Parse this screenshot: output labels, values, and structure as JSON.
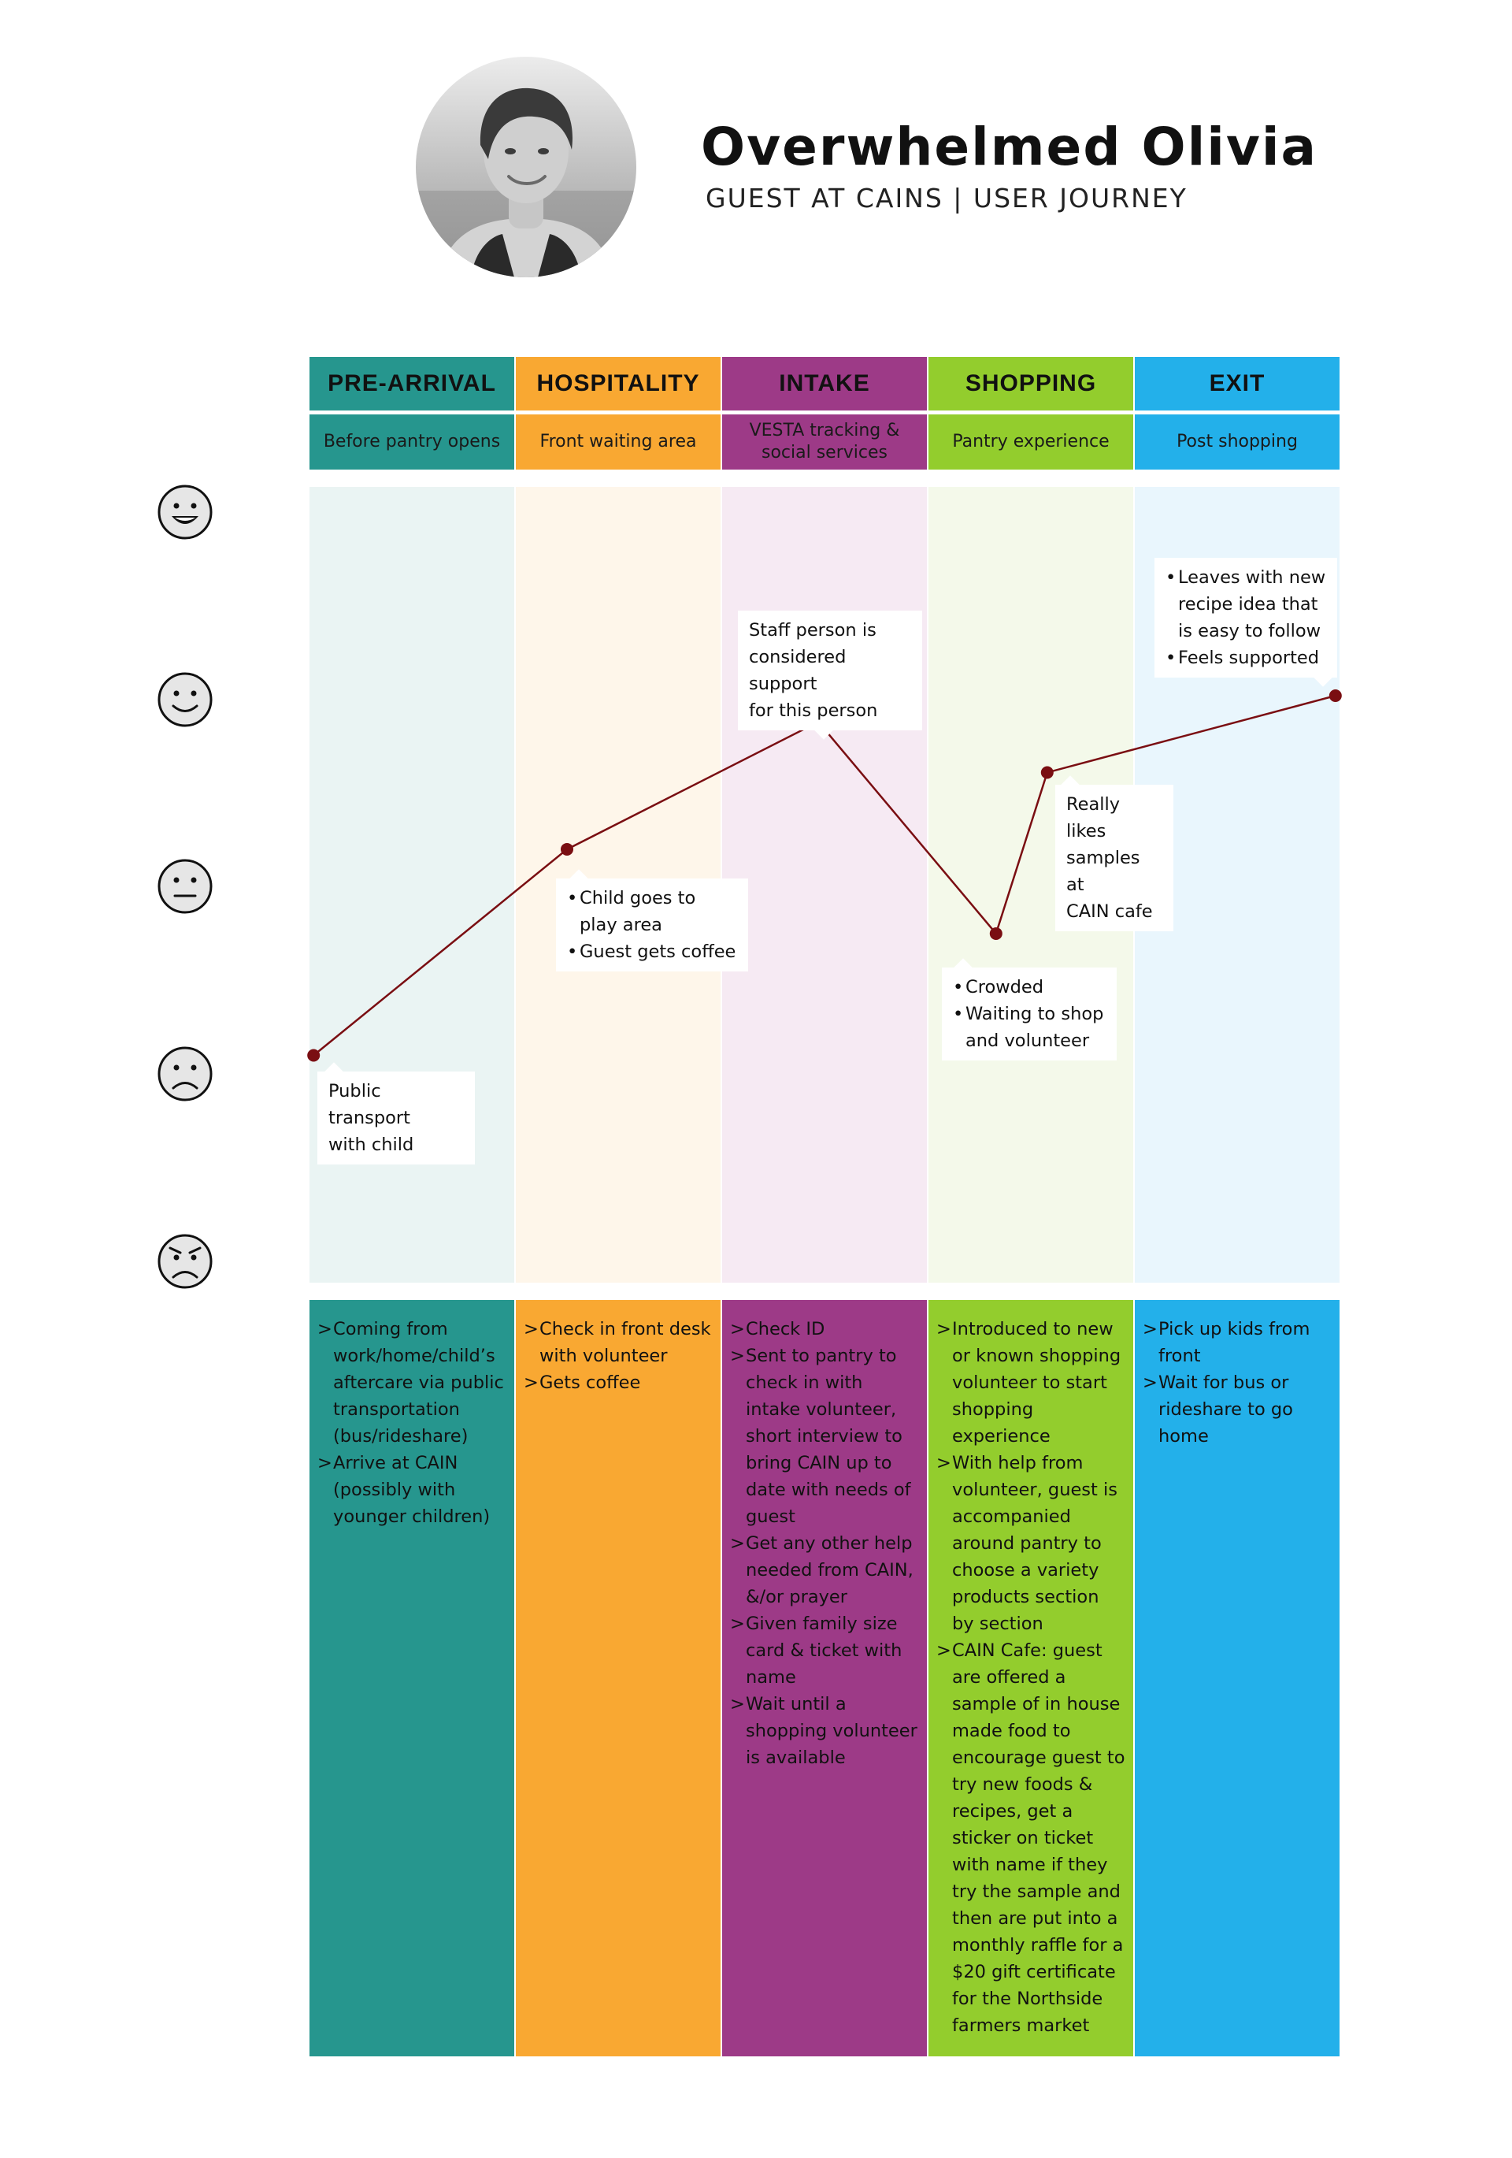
{
  "persona": {
    "name": "Overwhelmed Olivia",
    "role": "GUEST AT CAINS | USER JOURNEY"
  },
  "stages": [
    {
      "title": "PRE-ARRIVAL",
      "subtitle": "Before pantry opens",
      "color": "#26968E",
      "band_color": "#EAF4F3"
    },
    {
      "title": "HOSPITALITY",
      "subtitle": "Front waiting area",
      "color": "#F9A832",
      "band_color": "#FEF6EA"
    },
    {
      "title": "INTAKE",
      "subtitle": "VESTA tracking & social services",
      "color": "#9D3A87",
      "band_color": "#F6EAF3"
    },
    {
      "title": "SHOPPING",
      "subtitle": "Pantry experience",
      "color": "#93CD2D",
      "band_color": "#F4F9EA"
    },
    {
      "title": "EXIT",
      "subtitle": "Post shopping",
      "color": "#23B0EA",
      "band_color": "#E9F6FD"
    }
  ],
  "emotion_scale": [
    {
      "icon": "laughing-face-icon",
      "level": 5
    },
    {
      "icon": "smiling-face-icon",
      "level": 4
    },
    {
      "icon": "neutral-face-icon",
      "level": 3
    },
    {
      "icon": "frowning-face-icon",
      "level": 2
    },
    {
      "icon": "angry-face-icon",
      "level": 1
    }
  ],
  "chart_data": {
    "type": "line",
    "line_color": "#7A0E12",
    "ylim": [
      1,
      5
    ],
    "series": [
      {
        "points": [
          {
            "stage": 0,
            "position": 0.02,
            "y": 2.1
          },
          {
            "stage": 1,
            "position": 0.25,
            "y": 3.2
          },
          {
            "stage": 2,
            "position": 0.47,
            "y": 3.88
          },
          {
            "stage": 3,
            "position": 0.33,
            "y": 2.75
          },
          {
            "stage": 3,
            "position": 0.58,
            "y": 3.61
          },
          {
            "stage": 4,
            "position": 0.98,
            "y": 4.02
          }
        ]
      }
    ]
  },
  "annotations": [
    {
      "kind": "plain",
      "text": "Public transport\nwith child"
    },
    {
      "kind": "list",
      "items": [
        "Child goes to play area",
        "Guest gets coffee"
      ]
    },
    {
      "kind": "plain",
      "text": "Staff person is\nconsidered support\nfor this person"
    },
    {
      "kind": "list",
      "items": [
        "Crowded",
        "Waiting to shop and volunteer"
      ]
    },
    {
      "kind": "plain",
      "text": "Really likes\nsamples at\nCAIN cafe"
    },
    {
      "kind": "list",
      "items": [
        "Leaves with new recipe idea that is easy to follow",
        "Feels supported"
      ]
    }
  ],
  "details": [
    [
      "Coming from work/home/child’s aftercare via public transportation (bus/rideshare)",
      "Arrive at CAIN (possibly with younger children)"
    ],
    [
      "Check in front desk with volunteer",
      "Gets coffee"
    ],
    [
      "Check ID",
      "Sent to pantry to check in with intake volunteer, short interview to bring CAIN up to date with needs of guest",
      "Get any other help needed from CAIN, &/or prayer",
      "Given family size card & ticket with name",
      "Wait until a shopping volunteer is available"
    ],
    [
      "Introduced to new or known shopping volunteer to start shopping experience",
      "With help from volunteer, guest is accompanied around pantry to choose a variety products section by section",
      "CAIN Cafe: guest are offered a sample of in house made food to encourage guest to try new foods & recipes, get a sticker on ticket with name if they try the sample and then are put into a monthly raffle for a $20 gift certificate for the Northside farmers market"
    ],
    [
      "Pick up kids from front",
      "Wait for bus or rideshare to go home"
    ]
  ]
}
